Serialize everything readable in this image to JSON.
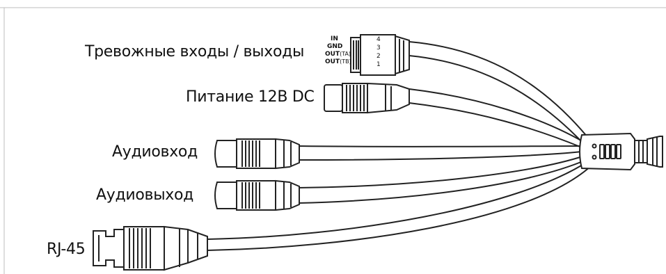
{
  "labels": {
    "alarm": "Тревожные входы / выходы",
    "power": "Питание 12В DC",
    "audio_in": "Аудиовход",
    "audio_out": "Аудиовыход",
    "rj45": "RJ-45"
  },
  "alarm_pins": {
    "in": "IN",
    "gnd": "GND",
    "out_ta": "OUT",
    "out_ta_suffix": "(TA)",
    "out_tb": "OUT",
    "out_tb_suffix": "(TB)"
  },
  "alarm_pin_numbers": [
    "4",
    "3",
    "2",
    "1"
  ]
}
